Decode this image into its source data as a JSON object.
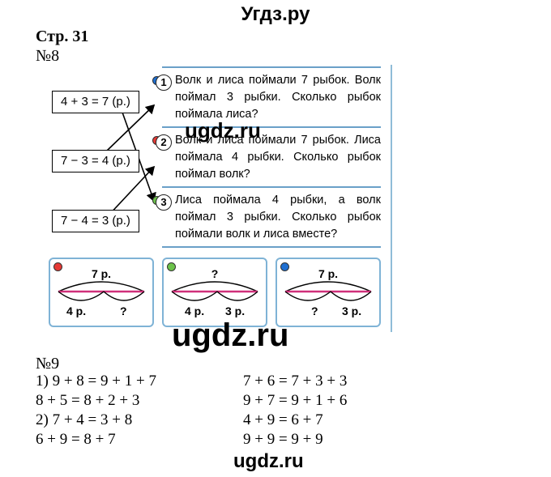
{
  "header": {
    "site_title": "Угдз.ру"
  },
  "page": {
    "page_label": "Стр. 31"
  },
  "exercise8": {
    "number": "№8",
    "equations": [
      "4 + 3 = 7  (р.)",
      "7 − 3 = 4  (р.)",
      "7 − 4 = 3  (р.)"
    ],
    "tasks": [
      {
        "number": "1",
        "dot_color": "#1f6fd1",
        "text": "Волк и лиса поймали 7 рыбок. Волк поймал 3 рыбки. Сколько рыбок поймала лиса?"
      },
      {
        "number": "2",
        "dot_color": "#e53935",
        "text": "Волк и лиса поймали 7 рыбок. Лиса поймала 4 рыбки. Сколько рыбок поймал волк?"
      },
      {
        "number": "3",
        "dot_color": "#6cc24a",
        "text": "Лиса поймала 4 рыбки, а волк поймал 3 рыбки. Сколько рыбок поймали волк и лиса вместе?"
      }
    ],
    "diagrams": [
      {
        "dot_color": "#e53935",
        "top": "7 р.",
        "left": "4 р.",
        "right": "?"
      },
      {
        "dot_color": "#6cc24a",
        "top": "?",
        "left": "4 р.",
        "right": "3 р."
      },
      {
        "dot_color": "#1f6fd1",
        "top": "7 р.",
        "left": "?",
        "right": "3 р."
      }
    ]
  },
  "watermarks": {
    "small": "ugdz.ru",
    "large": "ugdz.ru",
    "bottom": "ugdz.ru"
  },
  "exercise9": {
    "number": "№9",
    "left_column": [
      "1) 9 + 8 = 9 + 1 + 7",
      "8 + 5 = 8 + 2 + 3",
      "2) 7 + 4 = 3 + 8",
      "6 + 9 = 8 + 7"
    ],
    "right_column": [
      "7 + 6 = 7 + 3 + 3",
      "9 + 7 = 9 + 1 + 6",
      "4 + 9 = 6 + 7",
      "9 + 9 = 9 + 9"
    ]
  }
}
